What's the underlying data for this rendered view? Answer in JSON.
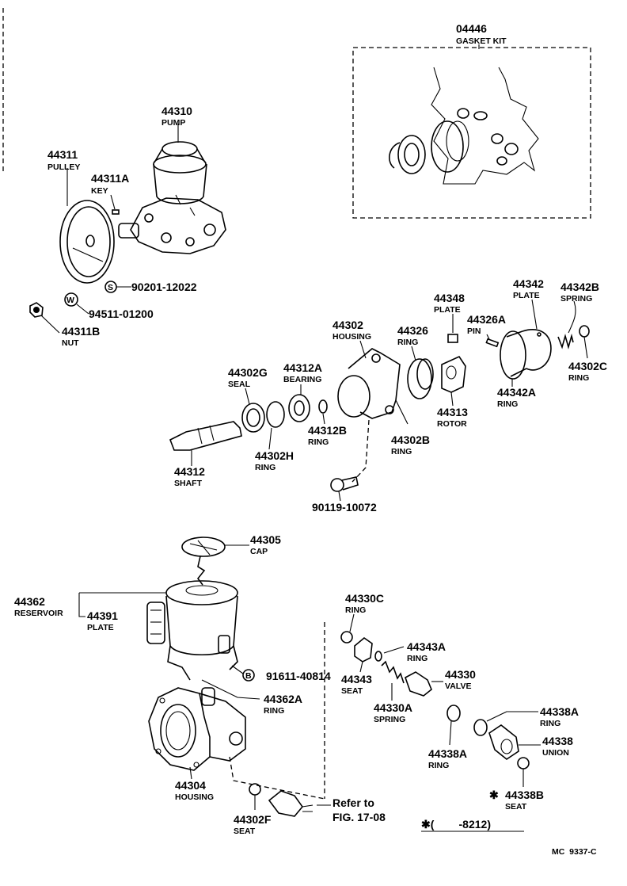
{
  "parts": [
    {
      "id": "gasket-kit",
      "number": "04446",
      "label": "GASKET KIT"
    },
    {
      "id": "pump",
      "number": "44310",
      "label": "PUMP"
    },
    {
      "id": "pulley",
      "number": "44311",
      "label": "PULLEY"
    },
    {
      "id": "key",
      "number": "44311A",
      "label": "KEY"
    },
    {
      "id": "washer-90201",
      "number": "90201-12022",
      "label": ""
    },
    {
      "id": "washer-94511",
      "number": "94511-01200",
      "label": ""
    },
    {
      "id": "nut",
      "number": "44311B",
      "label": "NUT"
    },
    {
      "id": "housing-44302",
      "number": "44302",
      "label": "HOUSING"
    },
    {
      "id": "plate-44348",
      "number": "44348",
      "label": "PLATE"
    },
    {
      "id": "ring-44326",
      "number": "44326",
      "label": "RING"
    },
    {
      "id": "pin-44326a",
      "number": "44326A",
      "label": "PIN"
    },
    {
      "id": "plate-44342",
      "number": "44342",
      "label": "PLATE"
    },
    {
      "id": "spring-44342b",
      "number": "44342B",
      "label": "SPRING"
    },
    {
      "id": "seal-44302g",
      "number": "44302G",
      "label": "SEAL"
    },
    {
      "id": "bearing-44312a",
      "number": "44312A",
      "label": "BEARING"
    },
    {
      "id": "ring-44302c",
      "number": "44302C",
      "label": "RING"
    },
    {
      "id": "ring-44342a",
      "number": "44342A",
      "label": "RING"
    },
    {
      "id": "rotor-44313",
      "number": "44313",
      "label": "ROTOR"
    },
    {
      "id": "ring-44312b",
      "number": "44312B",
      "label": "RING"
    },
    {
      "id": "ring-44302b",
      "number": "44302B",
      "label": "RING"
    },
    {
      "id": "ring-44302h",
      "number": "44302H",
      "label": "RING"
    },
    {
      "id": "shaft-44312",
      "number": "44312",
      "label": "SHAFT"
    },
    {
      "id": "bolt-90119",
      "number": "90119-10072",
      "label": ""
    },
    {
      "id": "cap-44305",
      "number": "44305",
      "label": "CAP"
    },
    {
      "id": "reservoir-44362",
      "number": "44362",
      "label": "RESERVOIR"
    },
    {
      "id": "plate-44391",
      "number": "44391",
      "label": "PLATE"
    },
    {
      "id": "ring-44330c",
      "number": "44330C",
      "label": "RING"
    },
    {
      "id": "ring-44343a",
      "number": "44343A",
      "label": "RING"
    },
    {
      "id": "seat-44343",
      "number": "44343",
      "label": "SEAT"
    },
    {
      "id": "valve-44330",
      "number": "44330",
      "label": "VALVE"
    },
    {
      "id": "bolt-91611",
      "number": "91611-40814",
      "label": ""
    },
    {
      "id": "ring-44362a",
      "number": "44362A",
      "label": "RING"
    },
    {
      "id": "spring-44330a",
      "number": "44330A",
      "label": "SPRING"
    },
    {
      "id": "ring-44338a-upper",
      "number": "44338A",
      "label": "RING"
    },
    {
      "id": "union-44338",
      "number": "44338",
      "label": "UNION"
    },
    {
      "id": "ring-44338a-lower",
      "number": "44338A",
      "label": "RING"
    },
    {
      "id": "housing-44304",
      "number": "44304",
      "label": "HOUSING"
    },
    {
      "id": "seat-44338b",
      "number": "44338B",
      "label": "SEAT"
    },
    {
      "id": "seat-44302f",
      "number": "44302F",
      "label": "SEAT"
    }
  ],
  "marks": {
    "washer_90201": "S",
    "washer_94511": "W",
    "bolt_91611": "B",
    "asterisk": "✱"
  },
  "reference": {
    "line1": "Refer to",
    "line2": "FIG. 17-08"
  },
  "production_note": "✱(        -8212)",
  "catalog_code": "MC  9337-C"
}
